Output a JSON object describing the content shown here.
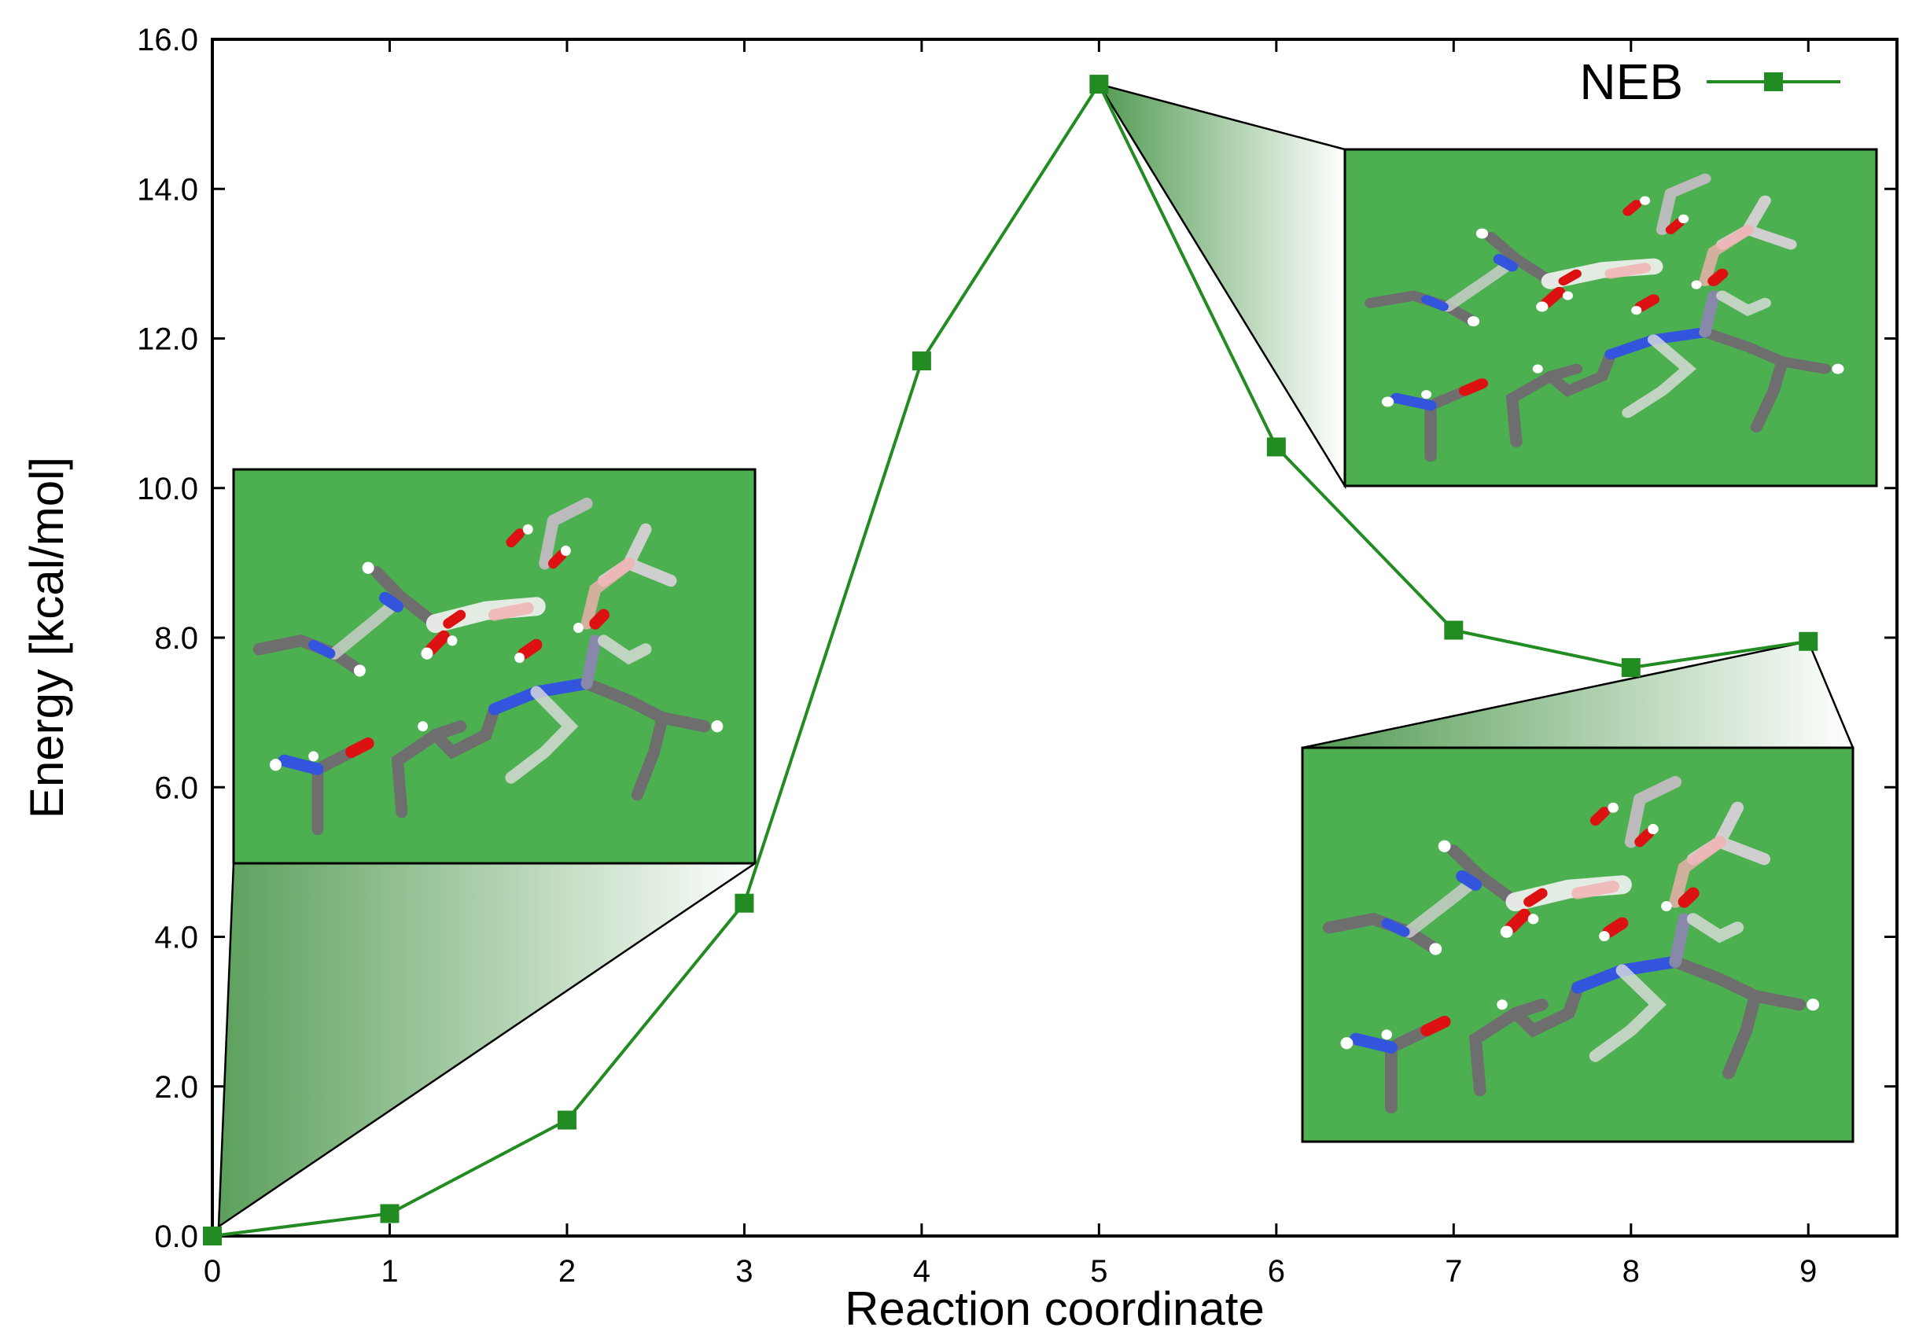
{
  "chart_data": {
    "type": "line",
    "xlabel": "Reaction coordinate",
    "ylabel": "Energy [kcal/mol]",
    "xlim": [
      0,
      9.5
    ],
    "ylim": [
      0,
      16
    ],
    "x_ticks": [
      "0",
      "1",
      "2",
      "3",
      "4",
      "5",
      "6",
      "7",
      "8",
      "9"
    ],
    "y_ticks": [
      "0.0",
      "2.0",
      "4.0",
      "6.0",
      "8.0",
      "10.0",
      "12.0",
      "14.0",
      "16.0"
    ],
    "grid": false,
    "legend_position": "top-right",
    "series": [
      {
        "name": "NEB",
        "color": "#228b22",
        "marker": "square",
        "x": [
          0,
          1,
          2,
          3,
          4,
          5,
          6,
          7,
          8,
          9
        ],
        "y": [
          0.0,
          0.3,
          1.55,
          4.45,
          11.7,
          15.4,
          10.55,
          8.1,
          7.6,
          7.95
        ]
      }
    ],
    "insets": [
      {
        "name": "initial-state-structure",
        "points_to_x": 0,
        "background": "#4caf50"
      },
      {
        "name": "transition-state-structure",
        "points_to_x": 5,
        "background": "#4caf50"
      },
      {
        "name": "final-state-structure",
        "points_to_x": 9,
        "background": "#4caf50"
      }
    ]
  }
}
